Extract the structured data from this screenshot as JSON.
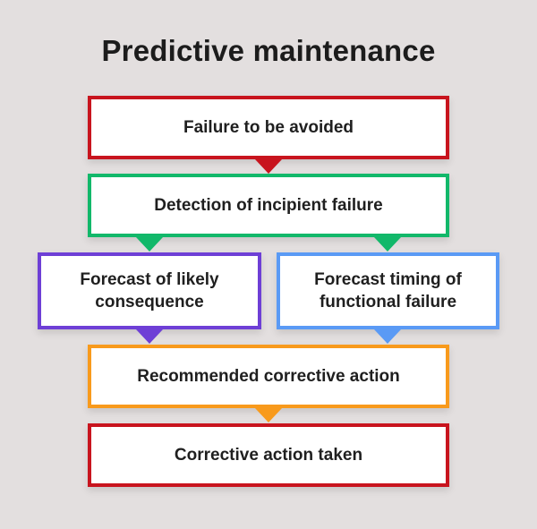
{
  "title": "Predictive maintenance",
  "colors": {
    "background": "#e3dfdf",
    "red": "#c8141e",
    "green": "#12b86a",
    "purple": "#6e3fd6",
    "blue": "#5a9af5",
    "orange": "#f89a1c"
  },
  "nodes": [
    {
      "id": "failure",
      "label": "Failure to be avoided",
      "color": "red"
    },
    {
      "id": "detection",
      "label": "Detection of incipient failure",
      "color": "green"
    },
    {
      "id": "consequence",
      "label": "Forecast of likely consequence",
      "color": "purple"
    },
    {
      "id": "timing",
      "label": "Forecast timing of functional failure",
      "color": "blue"
    },
    {
      "id": "recommended",
      "label": "Recommended corrective action",
      "color": "orange"
    },
    {
      "id": "taken",
      "label": "Corrective action taken",
      "color": "red"
    }
  ],
  "edges": [
    {
      "from": "failure",
      "to": "detection"
    },
    {
      "from": "detection",
      "to": "consequence"
    },
    {
      "from": "detection",
      "to": "timing"
    },
    {
      "from": "consequence",
      "to": "recommended"
    },
    {
      "from": "timing",
      "to": "recommended"
    },
    {
      "from": "recommended",
      "to": "taken"
    }
  ]
}
